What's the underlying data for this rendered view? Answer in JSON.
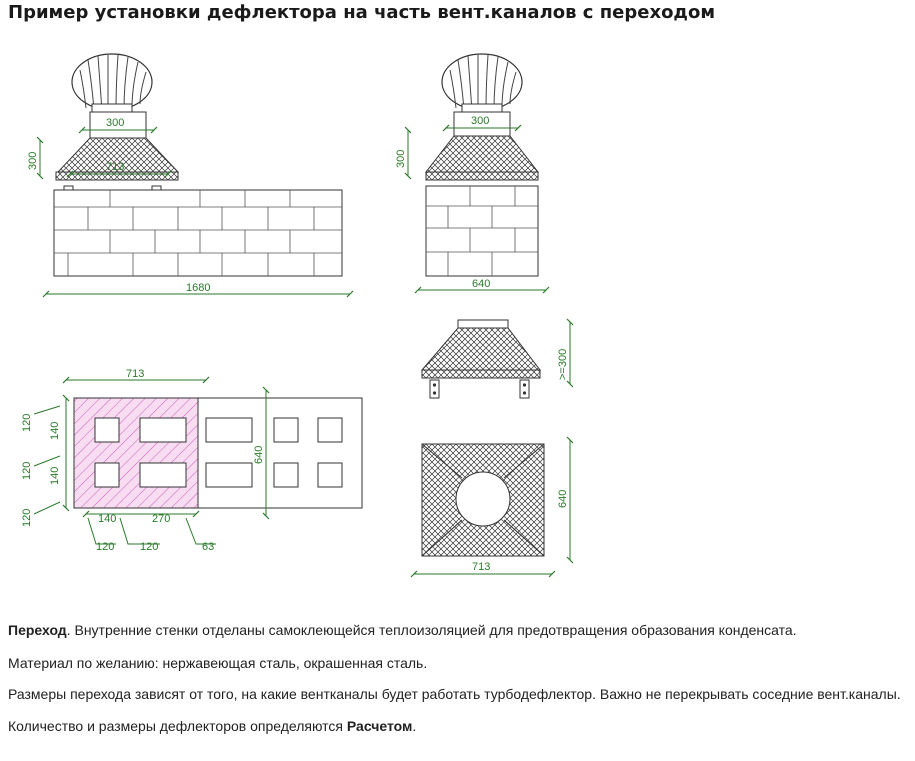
{
  "title": "Пример установки дефлектора на часть вент.каналов с переходом",
  "drawing": {
    "front": {
      "top_width": "300",
      "height": "300",
      "hood_label": "713",
      "total_width": "1680"
    },
    "side": {
      "top_width": "300",
      "height": "300",
      "base_width": "640"
    },
    "transition": {
      "height_label": ">=300"
    },
    "plan": {
      "width": "713",
      "depth": "640",
      "row_heights": [
        "120",
        "140",
        "120",
        "140",
        "120"
      ],
      "bottom_dims": [
        "140",
        "270"
      ],
      "lower_dims": [
        "120",
        "120",
        "63"
      ]
    },
    "bottom_view": {
      "width": "713",
      "depth": "640"
    }
  },
  "paragraphs": [
    {
      "bold": "Переход",
      "text": ". Внутренние стенки отделаны самоклеющейся теплоизоляцией для предотвращения образования конденсата."
    },
    {
      "bold": "",
      "text": "Материал по желанию: нержавеющая сталь, окрашенная сталь."
    },
    {
      "bold": "",
      "text": "Размеры перехода зависят от того, на какие вентканалы будет работать турбодефлектор. Важно не перекрывать соседние вент.каналы."
    },
    {
      "bold": "",
      "text": "Количество и размеры дефлекторов определяются ",
      "bold_end": "Расчетом",
      "end": "."
    }
  ]
}
